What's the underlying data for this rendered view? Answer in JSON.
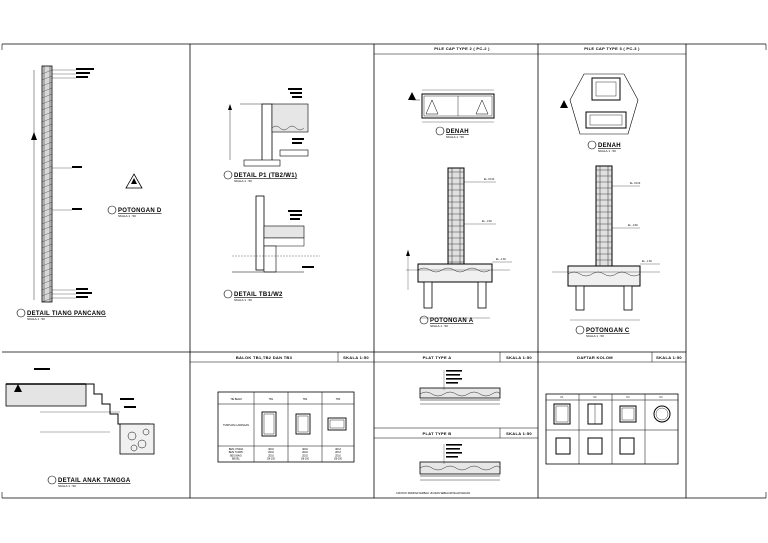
{
  "sheet": {
    "scale_label": "SKALA 1:50"
  },
  "details": {
    "tiang_pancang": {
      "title": "DETAIL TIANG PANCANG",
      "scale": "SKALA 1 : 50"
    },
    "potongan_d": {
      "title": "POTONGAN  D",
      "scale": "SKALA 1 : 50"
    },
    "p1_tb2_w1": {
      "title": "DETAIL P1 (TB2/W1)",
      "scale": "SKALA 1 : 50"
    },
    "tb1_w2": {
      "title": "DETAIL TB1/W2",
      "scale": "SKALA 1 : 50"
    },
    "denah_pc2": {
      "title": "DENAH",
      "scale": "SKALA 1 : 50"
    },
    "potongan_a": {
      "title": "POTONGAN  A",
      "scale": "SKALA 1 : 50"
    },
    "denah_pc3": {
      "title": "DENAH",
      "scale": "SKALA 1 : 50"
    },
    "potongan_c": {
      "title": "POTONGAN  C",
      "scale": "SKALA 1 : 50"
    },
    "anak_tangga": {
      "title": "DETAIL ANAK TANGGA",
      "scale": "SKALA 1 : 50"
    }
  },
  "headers": {
    "pile_cap_2": "PILE CAP TYPE 2 ( PC-2 )",
    "pile_cap_3": "PILE CAP TYPE 3 ( PC-3 )",
    "balok": "BALOK TB1,TB2 DAN TB3",
    "plat_a": "PLAT TYPE A",
    "plat_b": "PLAT TYPE B",
    "kolom": "DAFTAR KOLOM"
  },
  "balok_table": {
    "headers": [
      "TIE BEAM",
      "TB1",
      "TB2",
      "TB3"
    ],
    "row_label": "TUMPUAN/ LAPANGAN",
    "rows": [
      [
        "BESI UTAMA",
        "4D16",
        "4D16",
        "4D13"
      ],
      [
        "BESI TUMPU",
        "2D16",
        "2D16",
        "2D13"
      ],
      [
        "BESI BAGI",
        "2D10",
        "2D10",
        "2D10"
      ],
      [
        "BEGEL",
        "D8-150",
        "D8-150",
        "D8-200"
      ]
    ]
  },
  "kolom_table": {
    "headers": [
      "K1",
      "K2",
      "K3",
      "K4"
    ]
  },
  "levels": {
    "top": "EL. ±0.00",
    "mid": "EL. -0.60",
    "low": "EL. -1.60"
  },
  "note": "CATATAN: PERIKSA KEMBALI UKURAN SEBELUM PELAKSANAAN"
}
